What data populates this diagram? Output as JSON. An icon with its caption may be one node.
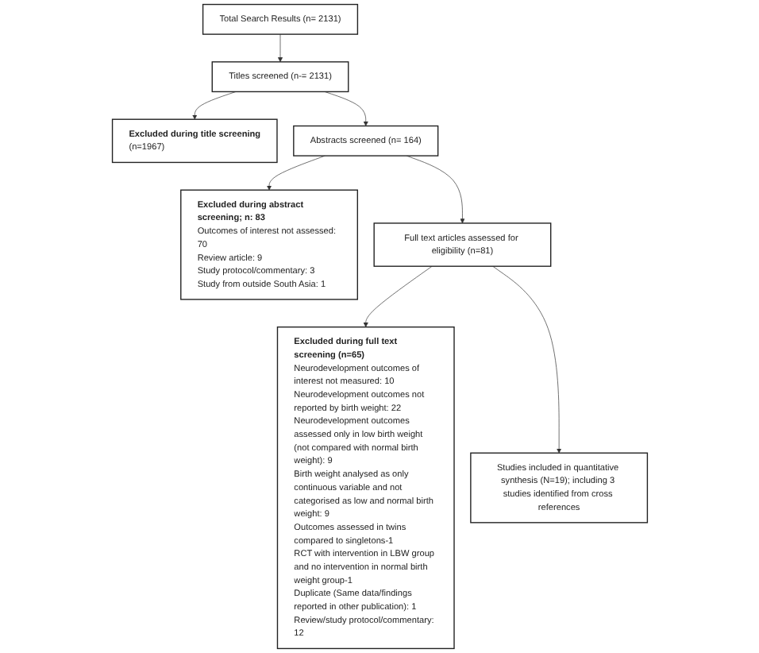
{
  "diagram": {
    "nodes": [
      {
        "text": [
          "Total Search Results (n= 2131)"
        ]
      },
      {
        "text": [
          "Titles screened (n-= 2131)"
        ]
      },
      {
        "text": [
          "Excluded during title screening",
          "(n=1967)"
        ]
      },
      {
        "text": [
          "Abstracts screened (n= 164)"
        ]
      },
      {
        "text": [
          "Excluded during abstract screening; n: 83",
          "Outcomes of interest not assessed: 70",
          "Review article: 9",
          "Study protocol/commentary: 3",
          "Study from outside South Asia: 1"
        ]
      },
      {
        "text": [
          "Full text articles assessed for eligibility (n=81)"
        ]
      },
      {
        "text": [
          "Excluded during full text screening (n=65)",
          "Neurodevelopment outcomes of interest not measured: 10",
          "Neurodevelopment outcomes not reported by birth weight: 22",
          "Neurodevelopment outcomes assessed only in low birth weight (not compared with normal birth weight): 9",
          "Birth weight analysed as only continuous variable and not categorised as low and normal birth weight: 9",
          "Outcomes assessed in twins compared to singletons-1",
          "RCT with intervention in LBW group and no intervention in normal birth weight group-1",
          "Duplicate (Same data/findings reported in other publication): 1",
          "Review/study protocol/commentary: 12"
        ]
      },
      {
        "text": [
          "Studies included in quantitative synthesis (N=19); including 3 studies identified from cross references"
        ]
      }
    ],
    "edges": [
      {
        "from": 0,
        "to": 1,
        "arrow": "to"
      },
      {
        "from": 1,
        "to": 2,
        "arrow": "to"
      },
      {
        "from": 1,
        "to": 3,
        "arrow": "to"
      },
      {
        "from": 3,
        "to": 4,
        "arrow": "to"
      },
      {
        "from": 3,
        "to": 5,
        "arrow": "to"
      },
      {
        "from": 5,
        "to": 6,
        "arrow": "to"
      },
      {
        "from": 5,
        "to": 7,
        "arrow": "to"
      }
    ]
  }
}
